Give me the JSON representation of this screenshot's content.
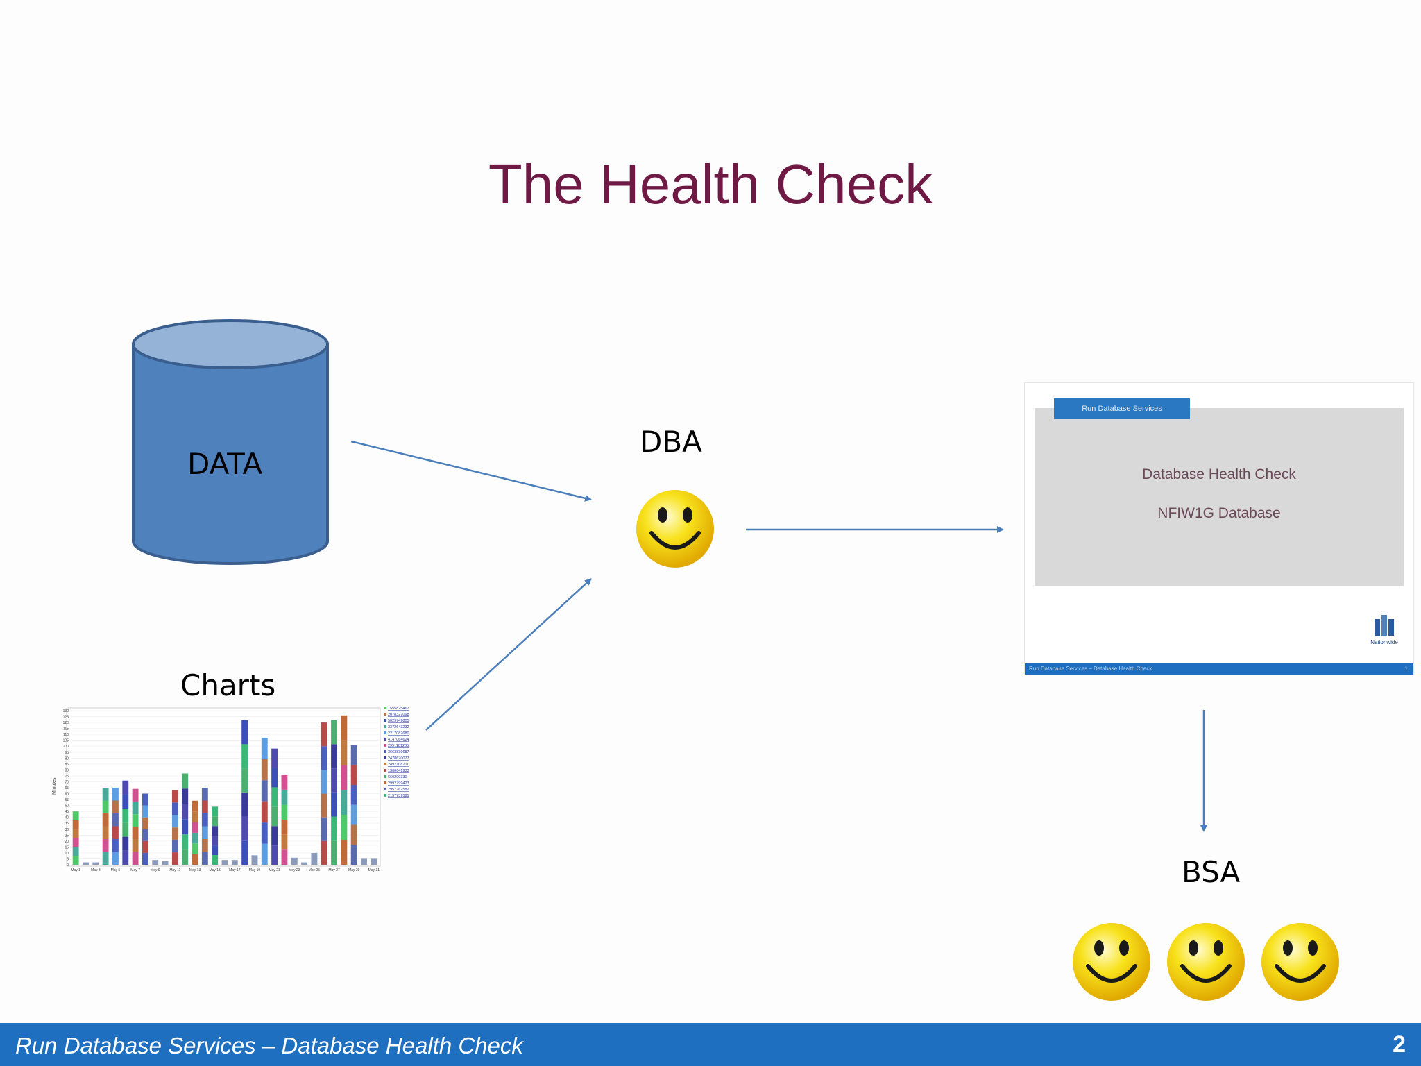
{
  "title": "The Health Check",
  "labels": {
    "data": "DATA",
    "dba": "DBA",
    "charts": "Charts",
    "bsa": "BSA"
  },
  "thumbnail": {
    "tab_label": "Run Database Services",
    "line1": "Database Health Check",
    "line2": "NFIW1G Database",
    "logo_text": "Nationwide",
    "footer_left": "Run Database Services – Database Health Check",
    "footer_right": "1"
  },
  "footer": {
    "left": "Run Database Services – Database Health Check",
    "page_number": "2"
  },
  "colors": {
    "title": "#6f1a45",
    "cylinder_fill": "#4f81bd",
    "cylinder_top": "#95b3d7",
    "arrow": "#4a7ebb",
    "footer": "#1f6fc0",
    "smiley": "#f5d90a"
  },
  "icons": [
    "database-icon",
    "smiley-icon",
    "arrow-icon",
    "chart-thumbnail",
    "slide-thumbnail"
  ],
  "chart_data": {
    "type": "bar",
    "stacked": true,
    "ylabel": "Minutes",
    "ylim": [
      0,
      130
    ],
    "yticks": [
      0,
      5,
      10,
      15,
      20,
      25,
      30,
      35,
      40,
      45,
      50,
      55,
      60,
      65,
      70,
      75,
      80,
      85,
      90,
      95,
      100,
      105,
      110,
      115,
      120,
      125,
      130
    ],
    "categories": [
      "May 1",
      "May 2",
      "May 3",
      "May 4",
      "May 5",
      "May 6",
      "May 7",
      "May 8",
      "May 9",
      "May 10",
      "May 11",
      "May 12",
      "May 13",
      "May 14",
      "May 15",
      "May 16",
      "May 17",
      "May 18",
      "May 19",
      "May 20",
      "May 21",
      "May 22",
      "May 23",
      "May 24",
      "May 25",
      "May 26",
      "May 27",
      "May 28",
      "May 29",
      "May 30",
      "May 31"
    ],
    "xticklabels": [
      "May 1",
      "May 3",
      "May 5",
      "May 7",
      "May 9",
      "May 11",
      "May 13",
      "May 15",
      "May 17",
      "May 19",
      "May 21",
      "May 23",
      "May 25",
      "May 27",
      "May 29",
      "May 31"
    ],
    "totals": [
      45,
      2,
      2,
      65,
      65,
      71,
      64,
      60,
      4,
      3,
      63,
      77,
      54,
      65,
      49,
      4,
      4,
      122,
      8,
      107,
      98,
      76,
      6,
      2,
      10,
      120,
      122,
      126,
      101,
      5,
      5
    ],
    "legend": [
      "1555825467",
      "2078327098",
      "5029749805",
      "3372643232",
      "2217082680",
      "4147064624",
      "2951181285",
      "3663839687",
      "2478670077",
      "2492108211",
      "1300641933",
      "660299330",
      "2992799423",
      "2957767582",
      "2157739591"
    ],
    "legend_colors": [
      "#4fc86a",
      "#b7724a",
      "#3b4fb8",
      "#4aaa9a",
      "#5e9ee0",
      "#4e4ab0",
      "#d05090",
      "#4a5fc0",
      "#3a3a9a",
      "#c07a40",
      "#b84a4a",
      "#4ab070",
      "#c06a3a",
      "#5a6ab0",
      "#3ab878"
    ]
  }
}
